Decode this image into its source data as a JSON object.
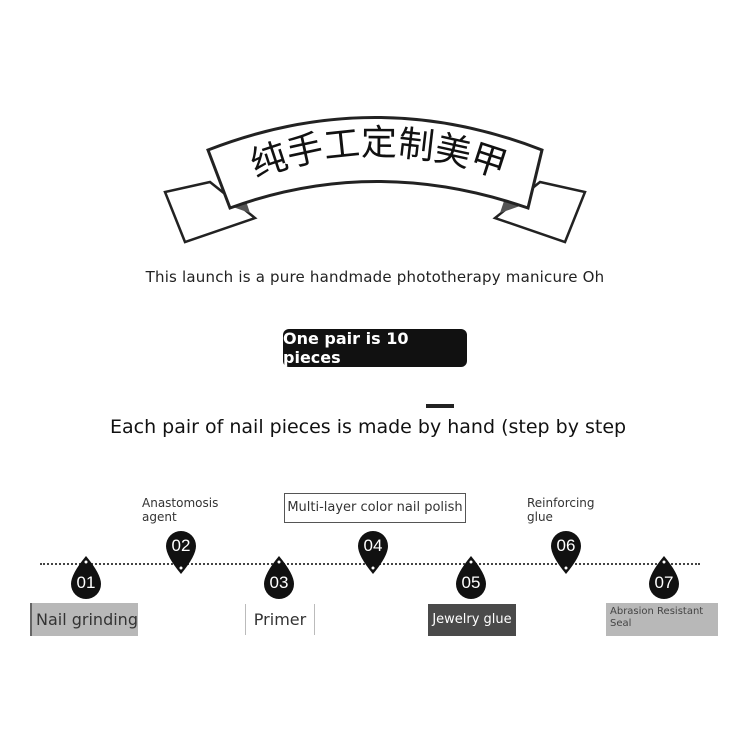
{
  "banner": {
    "title": "纯手工定制美甲"
  },
  "subtitle": "This launch is a pure handmade phototherapy manicure Oh",
  "pill_label": "One pair is 10 pieces",
  "description": "Each pair of nail pieces is made by hand (step by step",
  "steps": [
    {
      "num": "01",
      "label": "Nail grinding"
    },
    {
      "num": "02",
      "label": "Anastomosis agent"
    },
    {
      "num": "03",
      "label": "Primer"
    },
    {
      "num": "04",
      "label": "Multi-layer color nail polish"
    },
    {
      "num": "05",
      "label": "Jewelry glue"
    },
    {
      "num": "06",
      "label": "Reinforcing glue"
    },
    {
      "num": "07",
      "label": "Abrasion Resistant Seal"
    }
  ]
}
